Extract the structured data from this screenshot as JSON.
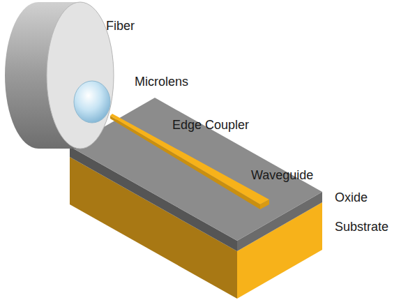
{
  "diagram": {
    "labels": [
      "Fiber",
      "Microlens",
      "Edge Coupler",
      "Waveguide",
      "Oxide",
      "Substrate"
    ]
  }
}
